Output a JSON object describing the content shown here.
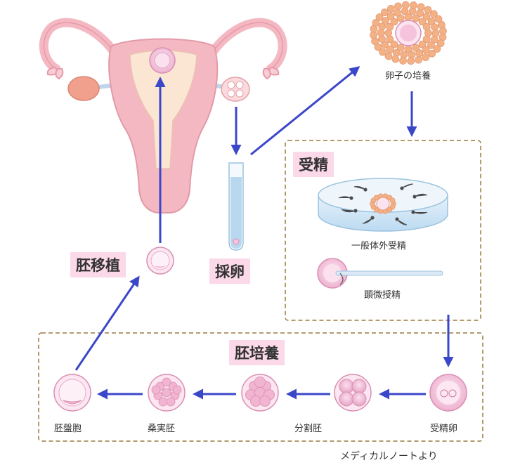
{
  "steps": {
    "egg_culture": "卵子の培養",
    "egg_retrieval": "採卵",
    "embryo_transfer": "胚移植",
    "fertilization": "受精",
    "conventional_ivf": "一般体外受精",
    "icsi": "顕微授精",
    "embryo_culture": "胚培養",
    "fertilized_egg": "受精卵",
    "cleavage_embryo": "分割胚",
    "morula": "桑実胚",
    "blastocyst": "胚盤胞"
  },
  "credit": "メディカルノートより",
  "colors": {
    "arrow": "#3b47c9",
    "tag_background": "#fbd9e8",
    "box_border": "#9c7a3f",
    "uterus": "#f4b8c3",
    "cell": "#f7c3de"
  }
}
